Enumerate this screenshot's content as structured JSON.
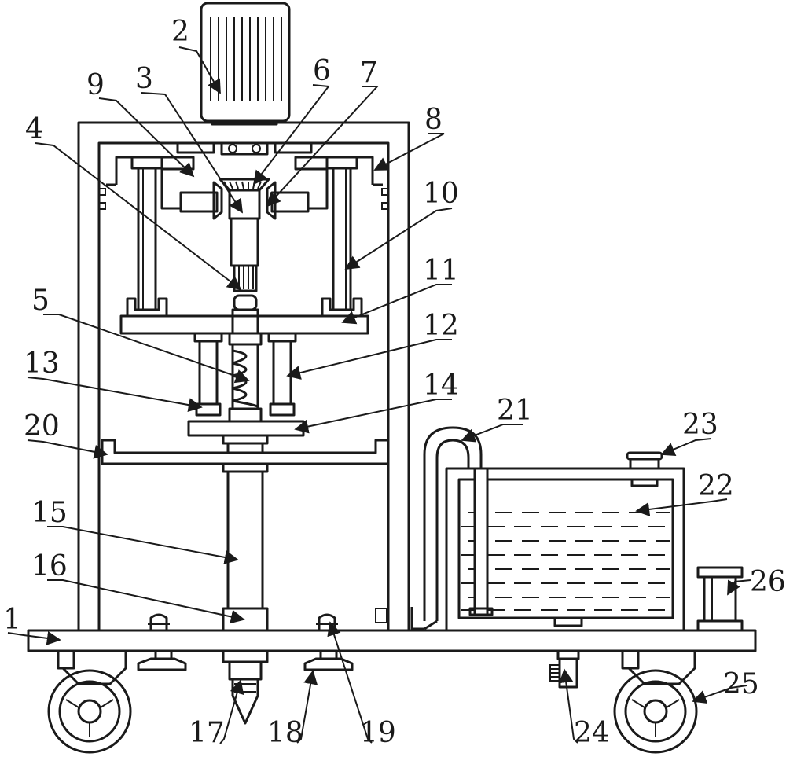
{
  "labels": {
    "l1": "1",
    "l2": "2",
    "l3": "3",
    "l4": "4",
    "l5": "5",
    "l6": "6",
    "l7": "7",
    "l8": "8",
    "l9": "9",
    "l10": "10",
    "l11": "11",
    "l12": "12",
    "l13": "13",
    "l14": "14",
    "l15": "15",
    "l16": "16",
    "l17": "17",
    "l18": "18",
    "l19": "19",
    "l20": "20",
    "l21": "21",
    "l22": "22",
    "l23": "23",
    "l24": "24",
    "l25": "25",
    "l26": "26"
  },
  "colors": {
    "stroke": "#1a1a1a",
    "background": "#ffffff"
  }
}
